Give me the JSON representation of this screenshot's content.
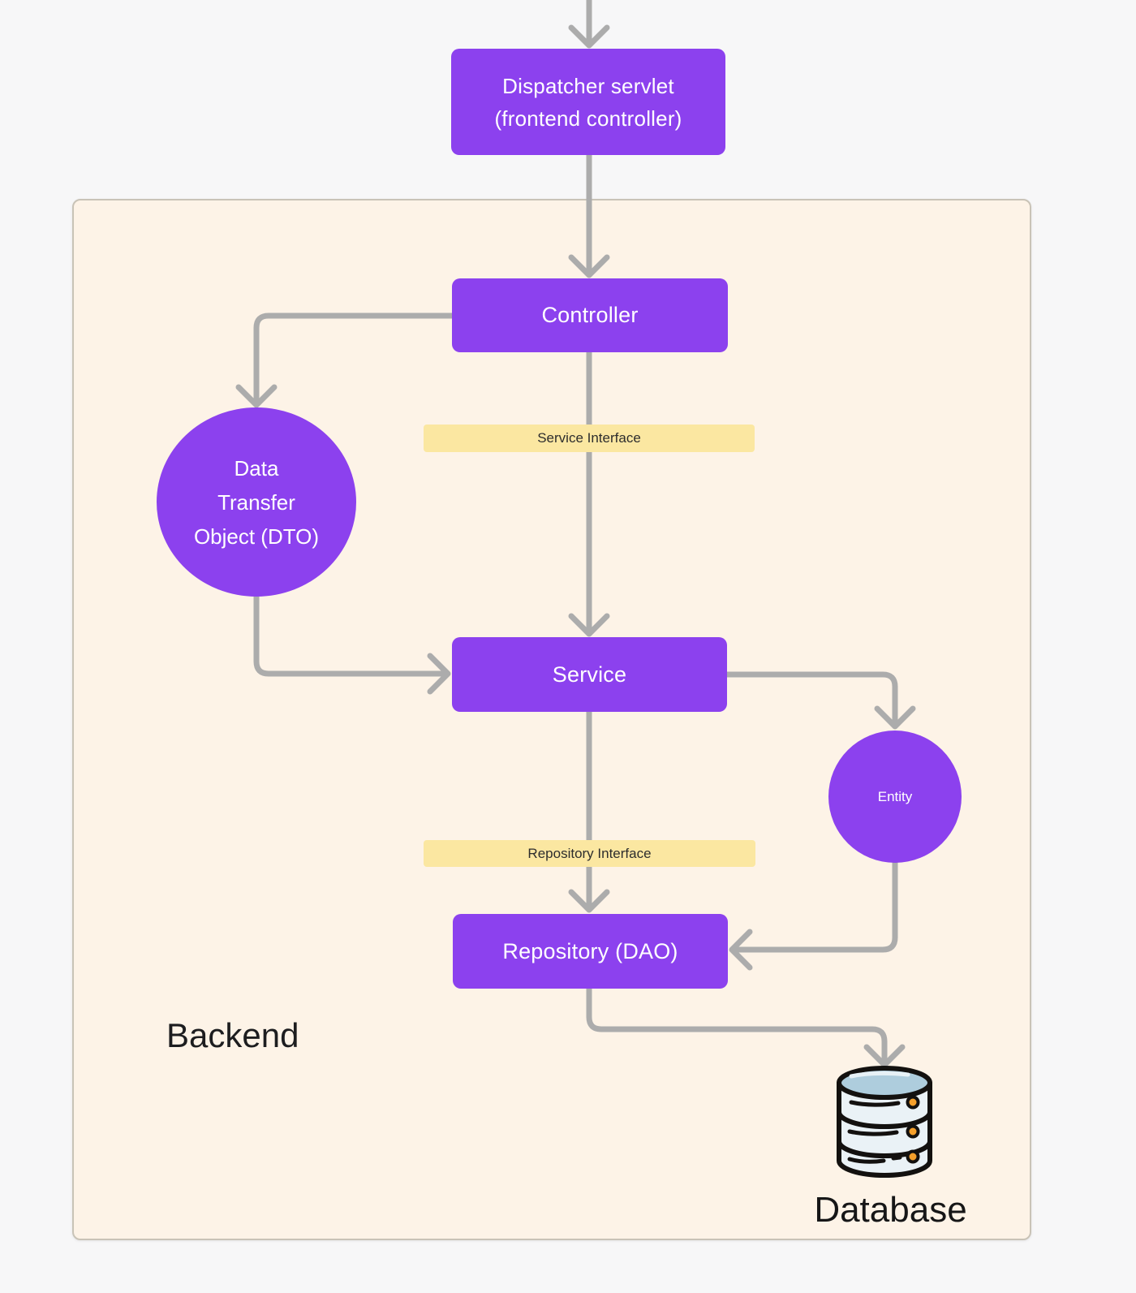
{
  "colors": {
    "purple": "#8c41ee",
    "yellow": "#fbe7a1",
    "cream": "#fdf3e7",
    "arrow": "#acacac",
    "outer_bg": "#f7f7f8",
    "text_dark": "#1d1d1f",
    "white": "#ffffff"
  },
  "diagram": {
    "container_label": "Backend",
    "nodes": {
      "dispatcher": {
        "line1": "Dispatcher servlet",
        "line2": "(frontend controller)",
        "shape": "rect"
      },
      "controller": {
        "label": "Controller",
        "shape": "rect"
      },
      "service_interface": {
        "label": "Service Interface",
        "shape": "bar"
      },
      "dto": {
        "line1": "Data",
        "line2": "Transfer",
        "line3": "Object (DTO)",
        "shape": "circle"
      },
      "service": {
        "label": "Service",
        "shape": "rect"
      },
      "entity": {
        "label": "Entity",
        "shape": "circle"
      },
      "repository_interface": {
        "label": "Repository Interface",
        "shape": "bar"
      },
      "repository": {
        "label": "Repository (DAO)",
        "shape": "rect"
      },
      "database": {
        "label": "Database",
        "icon": "database-cylinder-icon"
      }
    },
    "edges": [
      "top-to-dispatcher",
      "dispatcher-to-controller",
      "controller-to-dto",
      "controller-to-service",
      "dto-to-service",
      "service-to-entity",
      "service-to-repository",
      "entity-to-repository",
      "repository-to-database"
    ]
  }
}
